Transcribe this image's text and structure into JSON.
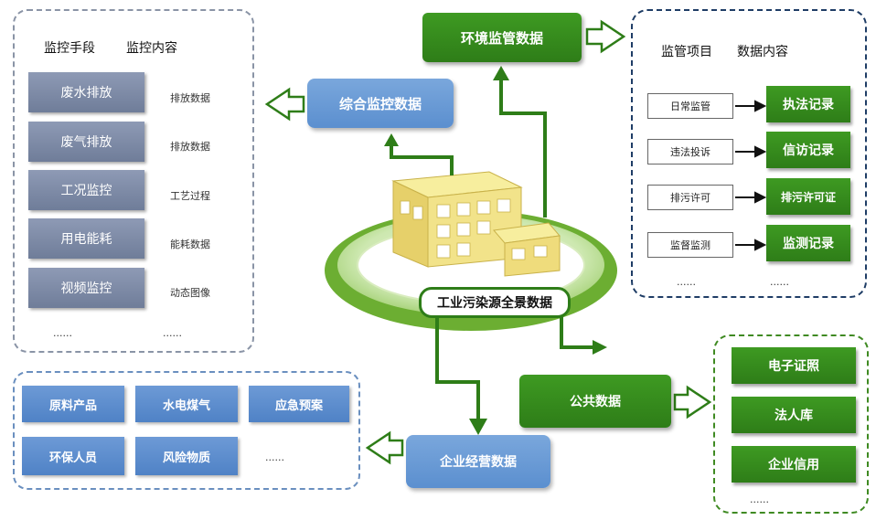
{
  "left_panel": {
    "header_method": "监控手段",
    "header_content": "监控内容",
    "rows": [
      {
        "method": "废水排放",
        "content": "排放数据"
      },
      {
        "method": "废气排放",
        "content": "排放数据"
      },
      {
        "method": "工况监控",
        "content": "工艺过程"
      },
      {
        "method": "用电能耗",
        "content": "能耗数据"
      },
      {
        "method": "视频监控",
        "content": "动态图像"
      }
    ],
    "more_method": "......",
    "more_content": "......"
  },
  "right_panel": {
    "header_item": "监管项目",
    "header_content": "数据内容",
    "rows": [
      {
        "item": "日常监管",
        "content": "执法记录"
      },
      {
        "item": "违法投诉",
        "content": "信访记录"
      },
      {
        "item": "排污许可",
        "content": "排污许可证"
      },
      {
        "item": "监督监测",
        "content": "监测记录"
      }
    ],
    "more_item": "......",
    "more_content": "......"
  },
  "bottom_left_panel": {
    "items": [
      "原料产品",
      "水电煤气",
      "应急预案",
      "环保人员",
      "风险物质"
    ],
    "more": "......"
  },
  "bottom_right_panel": {
    "items": [
      "电子证照",
      "法人库",
      "企业信用"
    ],
    "more": "......"
  },
  "nodes": {
    "env": "环境监管数据",
    "integrated": "综合监控数据",
    "public": "公共数据",
    "enterprise": "企业经营数据",
    "center": "工业污染源全景数据"
  },
  "colors": {
    "green": "#2e7d18",
    "blue": "#5b8fcf",
    "gray": "#7f8ba6",
    "building": "#f2e38a"
  }
}
